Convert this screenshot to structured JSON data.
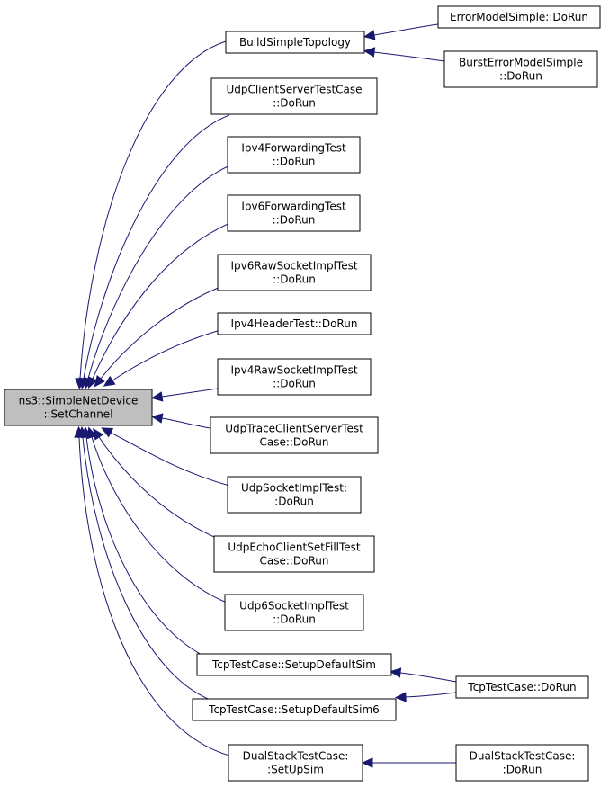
{
  "graph": {
    "edge_color": "#191970",
    "root_fill": "#bfbfbf",
    "node_fill": "#ffffff",
    "nodes": [
      {
        "id": "root",
        "lines": [
          "ns3::SimpleNetDevice",
          "::SetChannel"
        ]
      },
      {
        "id": "build",
        "lines": [
          "BuildSimpleTopology"
        ]
      },
      {
        "id": "udpcs",
        "lines": [
          "UdpClientServerTestCase",
          "::DoRun"
        ]
      },
      {
        "id": "ipv4fwd",
        "lines": [
          "Ipv4ForwardingTest",
          "::DoRun"
        ]
      },
      {
        "id": "ipv6fwd",
        "lines": [
          "Ipv6ForwardingTest",
          "::DoRun"
        ]
      },
      {
        "id": "ipv6raw",
        "lines": [
          "Ipv6RawSocketImplTest",
          "::DoRun"
        ]
      },
      {
        "id": "ipv4hdr",
        "lines": [
          "Ipv4HeaderTest::DoRun"
        ]
      },
      {
        "id": "ipv4raw",
        "lines": [
          "Ipv4RawSocketImplTest",
          "::DoRun"
        ]
      },
      {
        "id": "udptrace",
        "lines": [
          "UdpTraceClientServerTest",
          "Case::DoRun"
        ]
      },
      {
        "id": "udpsock",
        "lines": [
          "UdpSocketImplTest:",
          ":DoRun"
        ]
      },
      {
        "id": "udpecho",
        "lines": [
          "UdpEchoClientSetFillTest",
          "Case::DoRun"
        ]
      },
      {
        "id": "udp6sock",
        "lines": [
          "Udp6SocketImplTest",
          "::DoRun"
        ]
      },
      {
        "id": "tcpsetup",
        "lines": [
          "TcpTestCase::SetupDefaultSim"
        ]
      },
      {
        "id": "tcpsetup6",
        "lines": [
          "TcpTestCase::SetupDefaultSim6"
        ]
      },
      {
        "id": "dualsetup",
        "lines": [
          "DualStackTestCase:",
          ":SetUpSim"
        ]
      },
      {
        "id": "errmodel",
        "lines": [
          "ErrorModelSimple::DoRun"
        ]
      },
      {
        "id": "bursterr",
        "lines": [
          "BurstErrorModelSimple",
          "::DoRun"
        ]
      },
      {
        "id": "tcpdorun",
        "lines": [
          "TcpTestCase::DoRun"
        ]
      },
      {
        "id": "dualdorun",
        "lines": [
          "DualStackTestCase:",
          ":DoRun"
        ]
      }
    ],
    "edges": [
      {
        "from": "build",
        "to": "root"
      },
      {
        "from": "udpcs",
        "to": "root"
      },
      {
        "from": "ipv4fwd",
        "to": "root"
      },
      {
        "from": "ipv6fwd",
        "to": "root"
      },
      {
        "from": "ipv6raw",
        "to": "root"
      },
      {
        "from": "ipv4hdr",
        "to": "root"
      },
      {
        "from": "ipv4raw",
        "to": "root"
      },
      {
        "from": "udptrace",
        "to": "root"
      },
      {
        "from": "udpsock",
        "to": "root"
      },
      {
        "from": "udpecho",
        "to": "root"
      },
      {
        "from": "udp6sock",
        "to": "root"
      },
      {
        "from": "tcpsetup",
        "to": "root"
      },
      {
        "from": "tcpsetup6",
        "to": "root"
      },
      {
        "from": "dualsetup",
        "to": "root"
      },
      {
        "from": "errmodel",
        "to": "build"
      },
      {
        "from": "bursterr",
        "to": "build"
      },
      {
        "from": "tcpdorun",
        "to": "tcpsetup"
      },
      {
        "from": "tcpdorun",
        "to": "tcpsetup6"
      },
      {
        "from": "dualdorun",
        "to": "dualsetup"
      }
    ]
  }
}
